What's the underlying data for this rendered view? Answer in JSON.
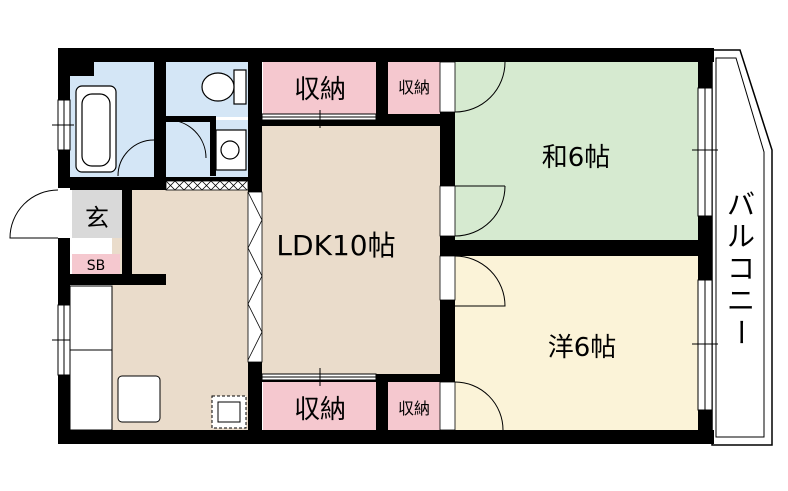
{
  "rooms": {
    "ldk": "LDK10帖",
    "washitsu": "和6帖",
    "youshitsu": "洋6帖",
    "genkan": "玄",
    "shoe_box": "SB",
    "storage_top_large": "収納",
    "storage_top_small": "収納",
    "storage_bottom_large": "収納",
    "storage_bottom_small": "収納"
  },
  "balcony": [
    "バ",
    "ル",
    "コ",
    "ニ",
    "ー"
  ],
  "colors": {
    "wall": "#000000",
    "ldk_floor": "#eadccb",
    "washitsu_floor": "#d6ead0",
    "youshitsu_floor": "#fbf3d8",
    "wet_area": "#d4e6f6",
    "storage": "#f5c8cf",
    "genkan_floor": "#d9d9d9",
    "shoe_box": "#f5c8cf"
  }
}
